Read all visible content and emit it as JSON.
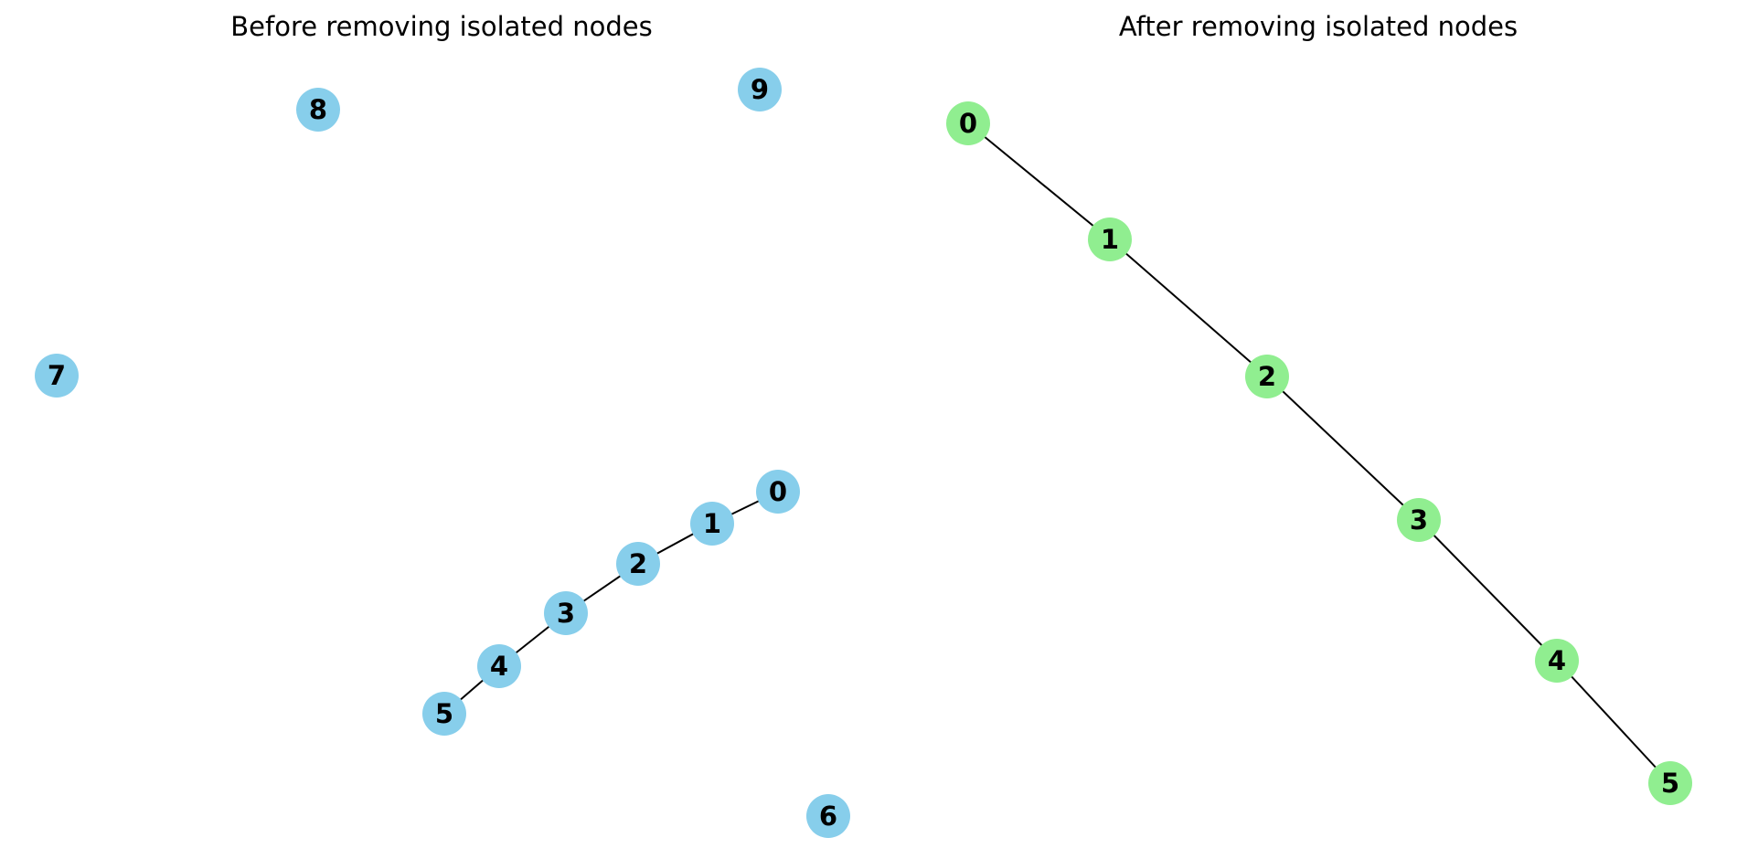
{
  "panels": [
    {
      "title": "Before removing isolated nodes",
      "node_color": "#87CEEB",
      "nodes": [
        "0",
        "1",
        "2",
        "3",
        "4",
        "5",
        "6",
        "7",
        "8",
        "9"
      ],
      "edges": [
        [
          "0",
          "1"
        ],
        [
          "1",
          "2"
        ],
        [
          "2",
          "3"
        ],
        [
          "3",
          "4"
        ],
        [
          "4",
          "5"
        ]
      ]
    },
    {
      "title": "After removing isolated nodes",
      "node_color": "#90EE90",
      "nodes": [
        "0",
        "1",
        "2",
        "3",
        "4",
        "5"
      ],
      "edges": [
        [
          "0",
          "1"
        ],
        [
          "1",
          "2"
        ],
        [
          "2",
          "3"
        ],
        [
          "3",
          "4"
        ],
        [
          "4",
          "5"
        ]
      ]
    }
  ],
  "edge_color": "#000000"
}
